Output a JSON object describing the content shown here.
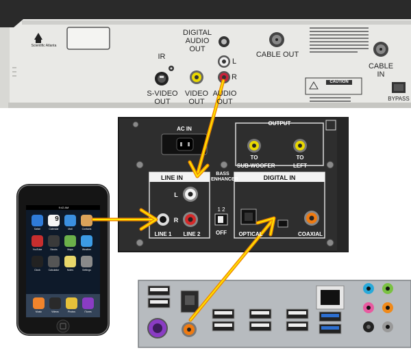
{
  "cable_box": {
    "brand": "Scientific Atlanta",
    "digital_audio_out": [
      "DIGITAL",
      "AUDIO",
      "OUT"
    ],
    "ir": "IR",
    "svideo_out": [
      "S-VIDEO",
      "OUT"
    ],
    "video_out": [
      "VIDEO",
      "OUT"
    ],
    "audio_out": [
      "AUDIO",
      "OUT"
    ],
    "left": "L",
    "right": "R",
    "cable_out": "CABLE OUT",
    "cable_in": [
      "CABLE",
      "IN"
    ],
    "bypass": "BYPASS",
    "caution": "CAUTION"
  },
  "speaker_panel": {
    "ac_in": "AC IN",
    "output": "OUTPUT",
    "to_subwoofer": [
      "TO",
      "SUB-WOOFER"
    ],
    "to_left": [
      "TO",
      "LEFT"
    ],
    "line_in": "LINE IN",
    "bass_enhancer": [
      "BASS",
      "ENHANCER"
    ],
    "digital_in": "DIGITAL IN",
    "left": "L",
    "right": "R",
    "line1": "LINE 1",
    "line2": "LINE 2",
    "switch_positions": "1  2",
    "off": "OFF",
    "optical": "OPTICAL",
    "coaxial": "COAXIAL"
  },
  "ipod": {
    "time": "9:42 AM",
    "calendar_day": "9",
    "apps": [
      "Safari",
      "Calendar",
      "Mail",
      "Contacts",
      "YouTube",
      "Stocks",
      "Maps",
      "Weather",
      "Clock",
      "Calculator",
      "Notes",
      "Settings"
    ],
    "dock": [
      "Music",
      "Videos",
      "Photos",
      "iTunes"
    ]
  },
  "colors": {
    "arrow_orange": "#f08a00",
    "arrow_yellow": "#ffe600",
    "rca_red": "#d42a2a",
    "rca_white": "#eeeeee",
    "rca_yellow": "#e9d800",
    "coax_orange": "#f07a10"
  }
}
